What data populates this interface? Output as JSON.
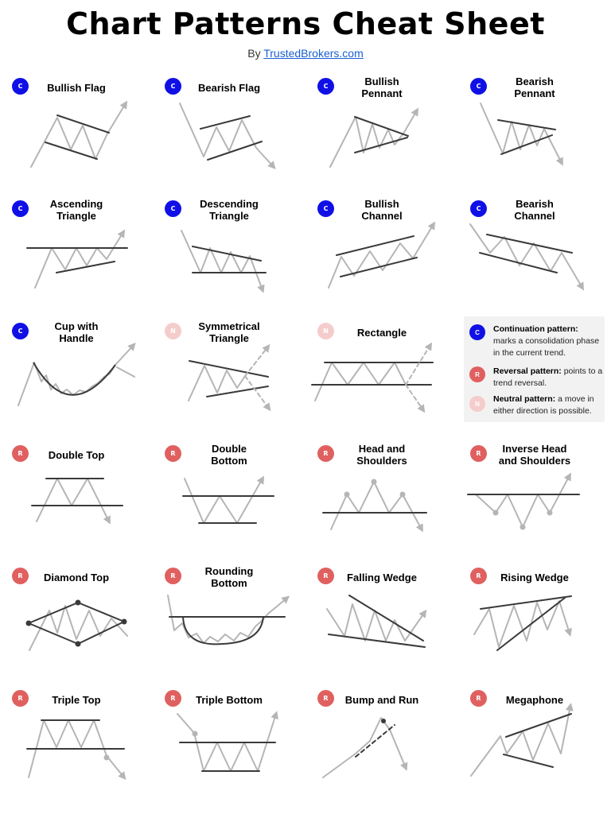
{
  "title": "Chart Patterns Cheat Sheet",
  "byline": {
    "prefix": "By ",
    "link": "TrustedBrokers.com"
  },
  "colors": {
    "continuation": "#1010e6",
    "reversal": "#e06060",
    "neutral": "#f5cccc",
    "price_line": "#b5b5b5",
    "support_line": "#3a3a3a"
  },
  "patterns": [
    {
      "name": "Bullish Flag",
      "badge": "C",
      "kind": "c"
    },
    {
      "name": "Bearish Flag",
      "badge": "C",
      "kind": "c"
    },
    {
      "name": "Bullish\nPennant",
      "badge": "C",
      "kind": "c"
    },
    {
      "name": "Bearish\nPennant",
      "badge": "C",
      "kind": "c"
    },
    {
      "name": "Ascending\nTriangle",
      "badge": "C",
      "kind": "c"
    },
    {
      "name": "Descending\nTriangle",
      "badge": "C",
      "kind": "c"
    },
    {
      "name": "Bullish\nChannel",
      "badge": "C",
      "kind": "c"
    },
    {
      "name": "Bearish\nChannel",
      "badge": "C",
      "kind": "c"
    },
    {
      "name": "Cup with\nHandle",
      "badge": "C",
      "kind": "c"
    },
    {
      "name": "Symmetrical\nTriangle",
      "badge": "N",
      "kind": "n"
    },
    {
      "name": "Rectangle",
      "badge": "N",
      "kind": "n"
    },
    {
      "name": "Double Top",
      "badge": "R",
      "kind": "r"
    },
    {
      "name": "Double\nBottom",
      "badge": "R",
      "kind": "r"
    },
    {
      "name": "Head and\nShoulders",
      "badge": "R",
      "kind": "r"
    },
    {
      "name": "Inverse Head\nand Shoulders",
      "badge": "R",
      "kind": "r"
    },
    {
      "name": "Diamond Top",
      "badge": "R",
      "kind": "r"
    },
    {
      "name": "Rounding\nBottom",
      "badge": "R",
      "kind": "r"
    },
    {
      "name": "Falling Wedge",
      "badge": "R",
      "kind": "r"
    },
    {
      "name": "Rising Wedge",
      "badge": "R",
      "kind": "r"
    },
    {
      "name": "Triple Top",
      "badge": "R",
      "kind": "r"
    },
    {
      "name": "Triple Bottom",
      "badge": "R",
      "kind": "r"
    },
    {
      "name": "Bump and Run",
      "badge": "R",
      "kind": "r"
    },
    {
      "name": "Megaphone",
      "badge": "R",
      "kind": "r"
    }
  ],
  "legend": [
    {
      "badge": "C",
      "kind": "c",
      "term": "Continuation pattern:",
      "text": " marks a consolidation phase in the current trend."
    },
    {
      "badge": "R",
      "kind": "r",
      "term": "Reversal pattern:",
      "text": " points to a trend reversal."
    },
    {
      "badge": "N",
      "kind": "n",
      "term": "Neutral pattern:",
      "text": " a move in either direction is possible."
    }
  ]
}
